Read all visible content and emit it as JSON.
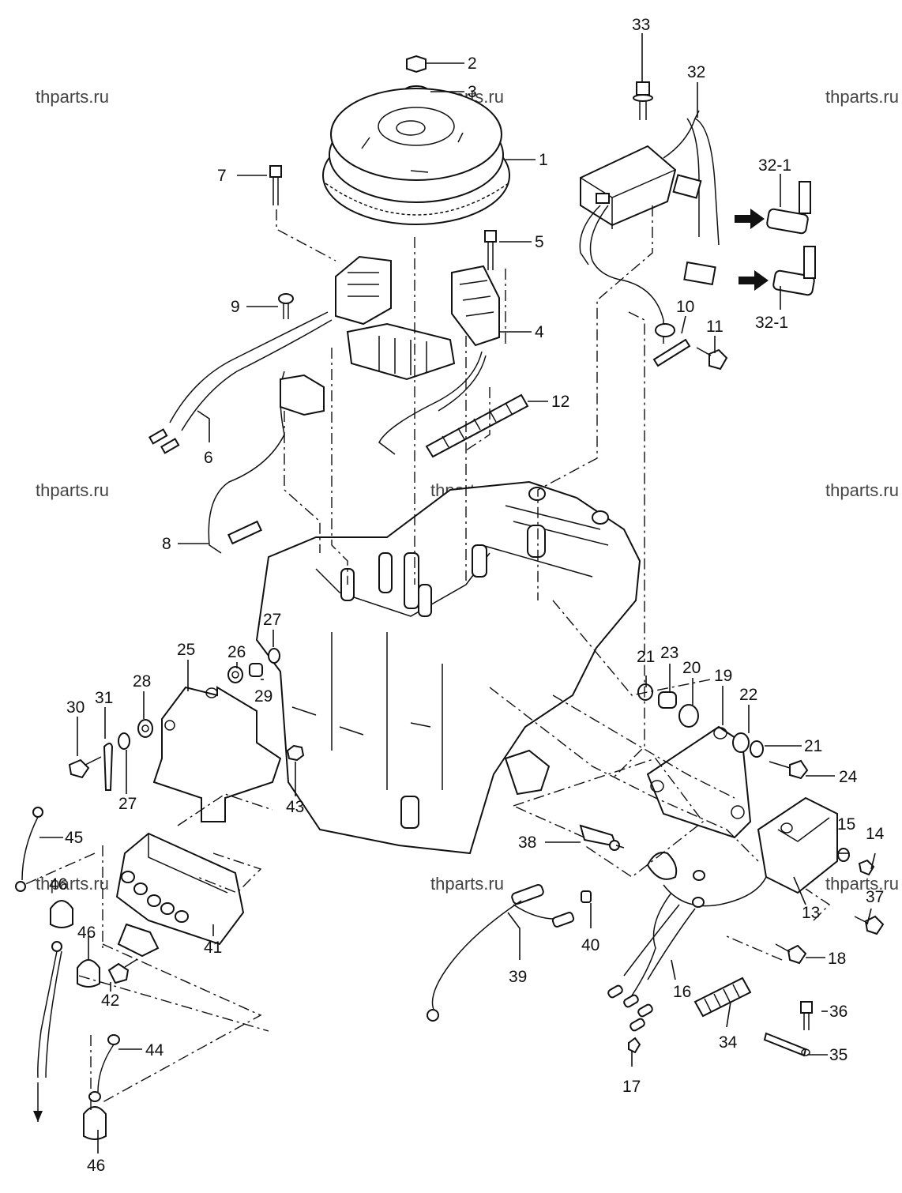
{
  "watermark": "thparts.ru",
  "callouts": [
    "1",
    "2",
    "3",
    "4",
    "5",
    "6",
    "7",
    "8",
    "9",
    "10",
    "11",
    "12",
    "13",
    "14",
    "15",
    "16",
    "17",
    "18",
    "19",
    "20",
    "21",
    "22",
    "23",
    "24",
    "25",
    "26",
    "27",
    "28",
    "29",
    "30",
    "31",
    "32",
    "32-1",
    "33",
    "34",
    "35",
    "36",
    "37",
    "38",
    "39",
    "40",
    "41",
    "42",
    "43",
    "44",
    "45",
    "46"
  ],
  "colors": {
    "line": "#111111",
    "background": "#ffffff",
    "watermark": "#444444"
  }
}
